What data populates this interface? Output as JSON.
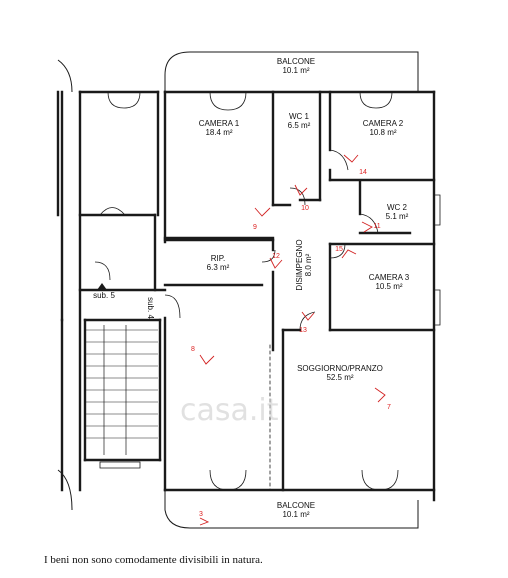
{
  "rooms": [
    {
      "id": "balcone-top",
      "name": "BALCONE",
      "area": "10.1 m²"
    },
    {
      "id": "camera1",
      "name": "CAMERA 1",
      "area": "18.4 m²"
    },
    {
      "id": "wc1",
      "name": "WC 1",
      "area": "6.5 m²"
    },
    {
      "id": "camera2",
      "name": "CAMERA 2",
      "area": "10.8 m²"
    },
    {
      "id": "wc2",
      "name": "WC 2",
      "area": "5.1 m²"
    },
    {
      "id": "rip",
      "name": "RIP.",
      "area": "6.3 m²"
    },
    {
      "id": "disimpegno",
      "name": "DISIMPEGNO",
      "area": "8.0 m²"
    },
    {
      "id": "camera3",
      "name": "CAMERA 3",
      "area": "10.5 m²"
    },
    {
      "id": "soggiorno",
      "name": "SOGGIORNO/PRANZO",
      "area": "52.5 m²"
    },
    {
      "id": "balcone-bottom",
      "name": "BALCONE",
      "area": "10.1 m²"
    }
  ],
  "subs": [
    "sub. 5",
    "sub. 4"
  ],
  "markers": [
    "3",
    "7",
    "8",
    "9",
    "10",
    "11",
    "12",
    "13",
    "14",
    "15"
  ],
  "watermark": "casa.it",
  "caption": "I beni non sono comodamente divisibili in natura.",
  "colors": {
    "wall": "#1a1a1a",
    "marker": "#d22222",
    "watermark": "#c9c9c9"
  }
}
